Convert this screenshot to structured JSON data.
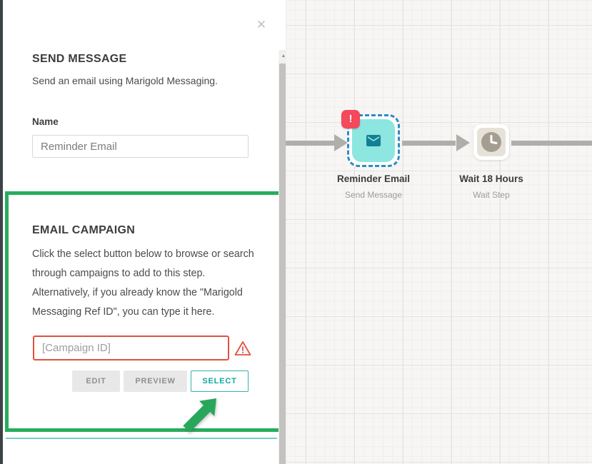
{
  "panel": {
    "close_icon": "✕",
    "scrollbar_up_icon": "▲",
    "step": {
      "title": "SEND MESSAGE",
      "description": "Send an email using Marigold Messaging."
    },
    "name_field": {
      "label": "Name",
      "value": "Reminder Email"
    },
    "email_campaign": {
      "title": "EMAIL CAMPAIGN",
      "description": "Click the select button below to browse or search through campaigns to add to this step. Alternatively, if you already know the \"Marigold Messaging Ref ID\", you can type it here.",
      "campaign_id": {
        "value": "",
        "placeholder": "[Campaign ID]"
      },
      "warning_icon": "warning-triangle-icon",
      "buttons": {
        "edit": "EDIT",
        "preview": "PREVIEW",
        "select": "SELECT"
      },
      "annotation_arrow_icon": "green-arrow-pointing-to-select"
    }
  },
  "canvas": {
    "nodes": [
      {
        "title": "Reminder Email",
        "subtitle": "Send Message",
        "icon": "email-icon",
        "badge": "!",
        "selected": true
      },
      {
        "title": "Wait 18 Hours",
        "subtitle": "Wait Step",
        "icon": "clock-icon",
        "badge": "",
        "selected": false
      }
    ]
  },
  "colors": {
    "highlight_green": "#27ad5d",
    "select_teal": "#0da89d",
    "divider_teal": "#72cfc9",
    "error_red": "#f4485b",
    "warning_red": "#e2503d",
    "selection_dashed_blue": "#2e8bc5",
    "node_teal_fill": "#8de6e0",
    "node_teal_icon": "#137f93",
    "node_beige_fill": "#e6e2d9",
    "clock_icon_gray": "#a49e91",
    "flow_arrow_gray": "#b0aeab",
    "left_edge_dark": "#3c4347"
  }
}
